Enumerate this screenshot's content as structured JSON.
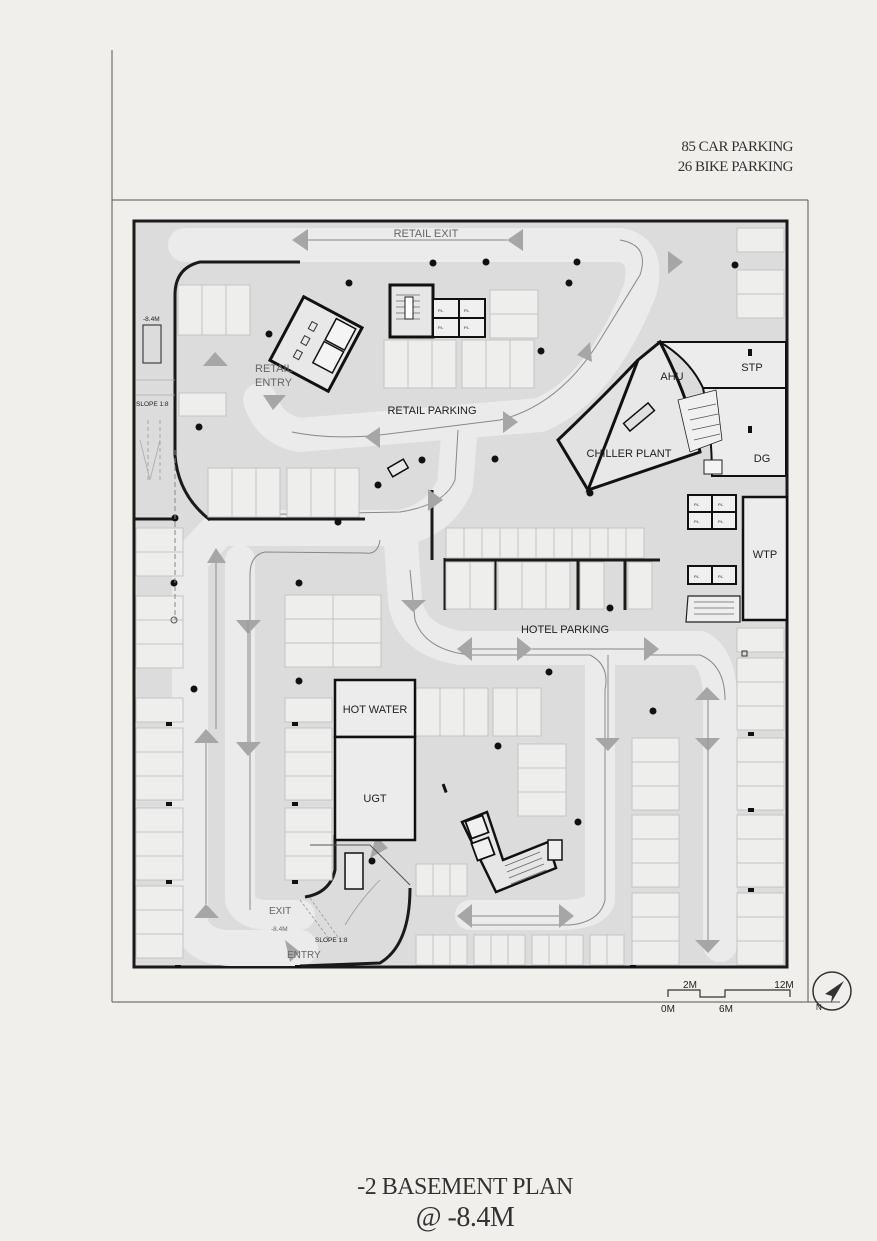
{
  "summary": {
    "car_parking": "85 CAR PARKING",
    "bike_parking": "26 BIKE PARKING"
  },
  "title": {
    "line1": "-2 BASEMENT PLAN",
    "line2": "@ -8.4M"
  },
  "zones": {
    "retail_exit": "RETAIL EXIT",
    "retail_entry_1": "RETAIL",
    "retail_entry_2": "ENTRY",
    "retail_parking": "RETAIL PARKING",
    "hotel_parking": "HOTEL PARKING",
    "ramp_level_top": "-8.4M",
    "ramp_slope_top": "SLOPE 1:8",
    "exit": "EXIT",
    "entry": "ENTRY",
    "ramp_level_bottom": "-8.4M",
    "ramp_slope_bottom": "SLOPE 1:8"
  },
  "rooms": {
    "ahu": "AHU",
    "stp": "STP",
    "chiller_plant": "CHILLER PLANT",
    "dg": "DG",
    "wtp": "WTP",
    "hot_water": "HOT WATER",
    "ugt": "UGT"
  },
  "lift_tag": "P.L",
  "scale_bar": {
    "label_0": "0M",
    "label_2": "2M",
    "label_6": "6M",
    "label_12": "12M"
  },
  "north_label": "N"
}
